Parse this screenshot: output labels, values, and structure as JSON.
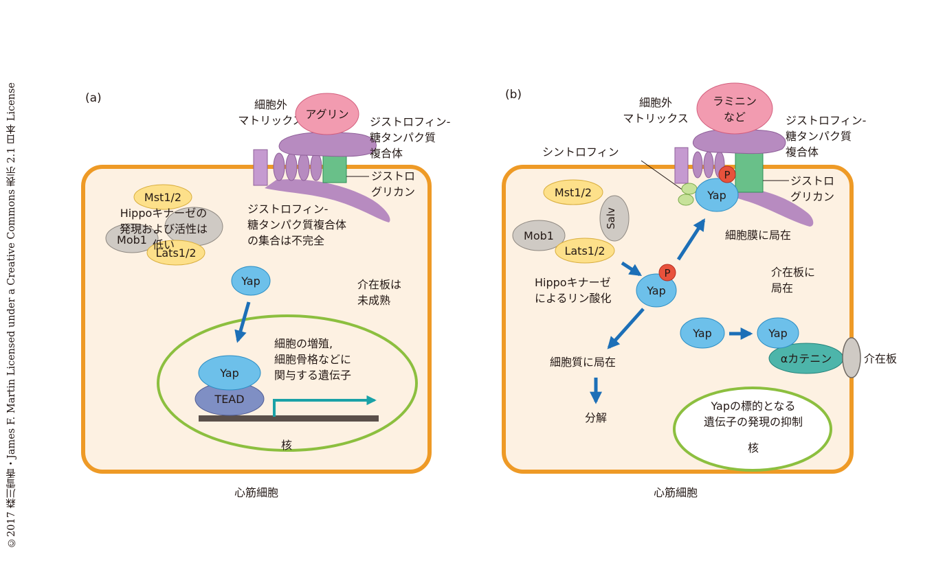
{
  "copyright": "©2017 森川雪香・James F. Martin Licensed under a Creative Commons 表示 2.1 日本 License",
  "colors": {
    "cell_border": "#ee9a26",
    "cell_fill": "#fdf1e2",
    "nucleus_border": "#8cbf3f",
    "yap": "#6dc0ea",
    "kinase": "#fde08a",
    "gray_protein": "#cfcac4",
    "agrin": "#f29bb0",
    "dystrophin_complex": "#b78bc0",
    "glycan": "#69c089",
    "tead": "#7f8fc4",
    "catenin": "#4db5aa",
    "phospho": "#e8523c",
    "arrow": "#1c6fb7",
    "gene_arrow": "#1aa2a7"
  },
  "panel_a": {
    "label": "(a)",
    "ecm_line1": "細胞外",
    "ecm_line2": "マトリックス",
    "agrin": "アグリン",
    "dgc_line1": "ジストロフィン-",
    "dgc_line2": "糖タンパク質",
    "dgc_line3": "複合体",
    "dg_line1": "ジストロ",
    "dg_line2": "グリカン",
    "mst": "Mst1/2",
    "mob": "Mob1",
    "lats": "Lats1/2",
    "hippo_line1": "Hippoキナーゼの",
    "hippo_line2": "発現および活性は",
    "hippo_line3": "低い",
    "assembly_line1": "ジストロフィン-",
    "assembly_line2": "糖タンパク質複合体",
    "assembly_line3": "の集合は不完全",
    "yap": "Yap",
    "id_line1": "介在板は",
    "id_line2": "未成熟",
    "nuc_yap": "Yap",
    "tead": "TEAD",
    "gene_line1": "細胞の増殖,",
    "gene_line2": "細胞骨格などに",
    "gene_line3": "関与する遺伝子",
    "nucleus": "核",
    "cell": "心筋細胞"
  },
  "panel_b": {
    "label": "(b)",
    "ecm_line1": "細胞外",
    "ecm_line2": "マトリックス",
    "laminin_line1": "ラミニン",
    "laminin_line2": "など",
    "dgc_line1": "ジストロフィン-",
    "dgc_line2": "糖タンパク質",
    "dgc_line3": "複合体",
    "syntrophin": "シントロフィン",
    "dg_line1": "ジストロ",
    "dg_line2": "グリカン",
    "p": "P",
    "membrane_yap": "Yap",
    "membrane_loc": "細胞膜に局在",
    "mst": "Mst1/2",
    "salv": "Salv",
    "mob": "Mob1",
    "lats": "Lats1/2",
    "phos_line1": "Hippoキナーゼ",
    "phos_line2": "によるリン酸化",
    "yap_p": "Yap",
    "id_loc_line1": "介在板に",
    "id_loc_line2": "局在",
    "yap_left": "Yap",
    "yap_right": "Yap",
    "catenin": "αカテニン",
    "id": "介在板",
    "cyto_loc": "細胞質に局在",
    "degradation": "分解",
    "repress_line1": "Yapの標的となる",
    "repress_line2": "遺伝子の発現の抑制",
    "nucleus": "核",
    "cell": "心筋細胞"
  }
}
